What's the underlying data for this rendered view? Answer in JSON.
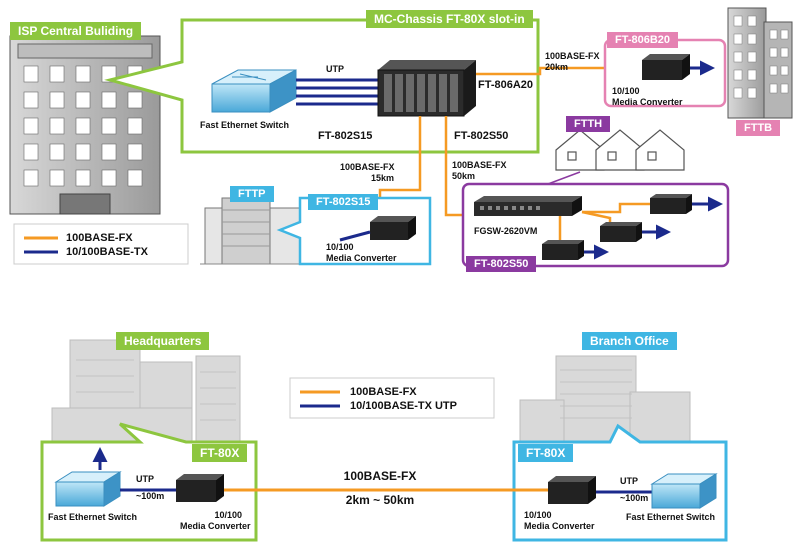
{
  "colors": {
    "green": "#8dc63f",
    "pink": "#e582b2",
    "purple": "#8b3aa0",
    "cyan": "#3fb6e3",
    "orange": "#f59a23",
    "navy": "#1b2a8c",
    "gray": "#8a8a8a"
  },
  "top": {
    "isp_label": "ISP Central Buliding",
    "chassis_label": "MC-Chassis FT-80X slot-in",
    "switch_label": "Fast Ethernet Switch",
    "utp_label": "UTP",
    "ft806a20": "FT-806A20",
    "ft802s15": "FT-802S15",
    "ft802s50": "FT-802S50",
    "fttb_link": [
      "100BASE-FX",
      "20km"
    ],
    "fttp_link": [
      "100BASE-FX",
      "15km"
    ],
    "ftth_link": [
      "100BASE-FX",
      "50km"
    ],
    "ft806b20_tag": "FT-806B20",
    "fttb_converter": [
      "10/100",
      "Media Converter"
    ],
    "fttb_tag": "FTTB",
    "ftth_tag": "FTTH",
    "fttp_tag": "FTTP",
    "ft802s15_tag": "FT-802S15",
    "fttp_converter": [
      "10/100",
      "Media Converter"
    ],
    "fgsw_label": "FGSW-2620VM",
    "ft802s50_tag": "FT-802S50",
    "legend": [
      "100BASE-FX",
      "10/100BASE-TX"
    ]
  },
  "bottom": {
    "hq_tag": "Headquarters",
    "branch_tag": "Branch Office",
    "legend": [
      "100BASE-FX",
      "10/100BASE-TX UTP"
    ],
    "left_ft80x": "FT-80X",
    "right_ft80x": "FT-80X",
    "left_utp": [
      "UTP",
      "~100m"
    ],
    "right_utp": [
      "UTP",
      "~100m"
    ],
    "left_switch": "Fast Ethernet Switch",
    "right_switch": "Fast Ethernet Switch",
    "left_converter": [
      "10/100",
      "Media Converter"
    ],
    "right_converter": [
      "10/100",
      "Media Converter"
    ],
    "link_type": "100BASE-FX",
    "link_distance": "2km ~ 50km"
  }
}
